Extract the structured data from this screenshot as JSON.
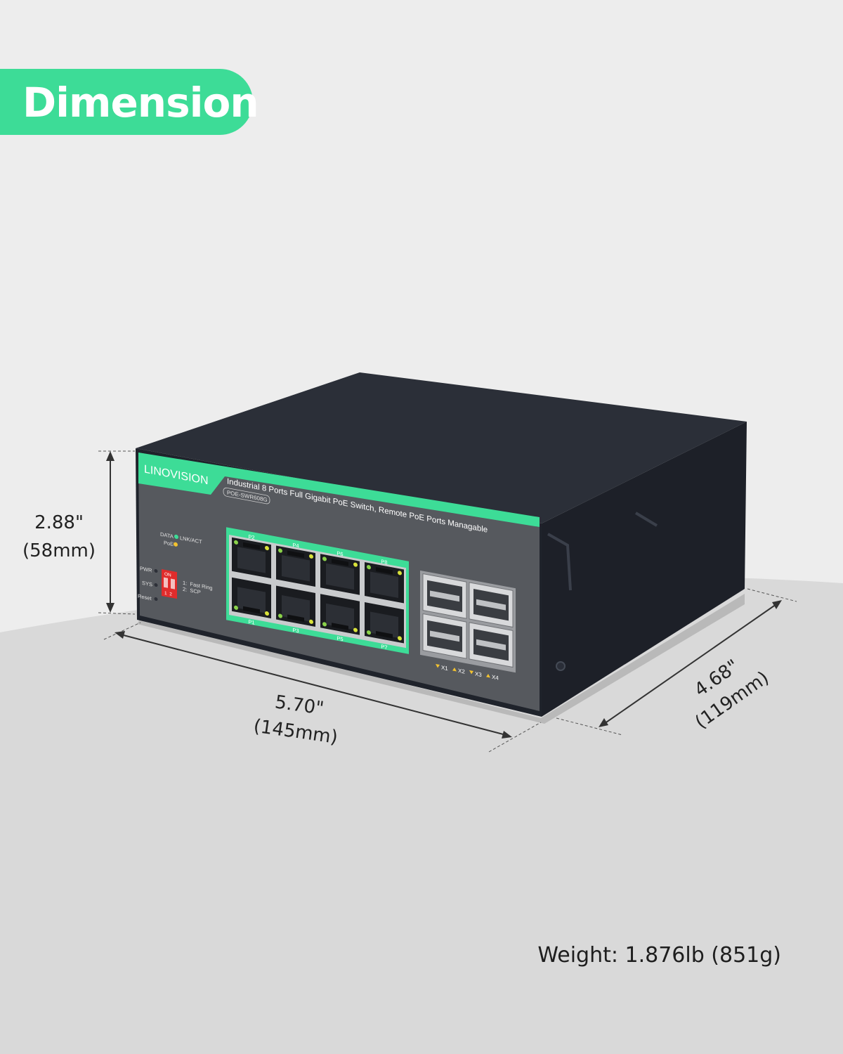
{
  "badge": {
    "label": "Dimension",
    "color": "#3ddc97"
  },
  "dimensions": {
    "height_in": "2.88\"",
    "height_mm": "(58mm)",
    "width_in": "5.70\"",
    "width_mm": "(145mm)",
    "depth_in": "4.68\"",
    "depth_mm": "(119mm)"
  },
  "weight": "Weight: 1.876lb (851g)",
  "device": {
    "brand": "LINOVISION",
    "description": "Industrial 8 Ports Full Gigabit PoE Switch, Remote PoE Ports Managable",
    "model": "POE-SWR608G",
    "legend_data": "DATA",
    "legend_lnk": "LNK/ACT",
    "legend_poe": "PoE",
    "led_pwr": "PWR",
    "led_sys": "SYS",
    "led_reset": "Reset",
    "dip_on": "ON",
    "dip_nums": "1  2",
    "dip_opt1": "1:  Fast Ring",
    "dip_opt2": "2:  SCP",
    "ports_top": [
      "P2",
      "P4",
      "P6",
      "P8"
    ],
    "ports_bottom": [
      "P1",
      "P3",
      "P5",
      "P7"
    ],
    "sfp_labels": [
      "X1",
      "X2",
      "X3",
      "X4"
    ],
    "accent_color": "#3ddc97",
    "body_color": "#262a33",
    "panel_color": "#56595e"
  }
}
